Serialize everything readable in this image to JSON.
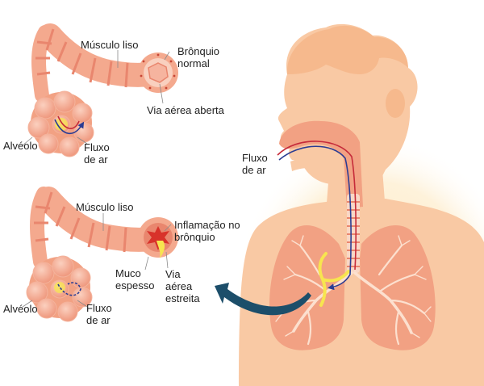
{
  "labels": {
    "top": {
      "smooth_muscle": "Músculo liso",
      "normal_bronchus": "Brônquio\nnormal",
      "open_airway": "Via aérea aberta",
      "alveolus": "Alvéolo",
      "airflow": "Fluxo\nde ar"
    },
    "bottom": {
      "smooth_muscle": "Músculo liso",
      "inflammation": "Inflamação no\nbrônquio",
      "thick_mucus": "Muco\nespesso",
      "narrow_airway": "Via\naérea\nestreita",
      "alveolus": "Alvéolo",
      "airflow": "Fluxo\nde ar"
    },
    "body": {
      "airflow": "Fluxo\nde ar"
    }
  },
  "colors": {
    "background_glow": "#fde9c2",
    "skin": "#f9c9a4",
    "airway_tissue": "#f4a98e",
    "muscle_band": "#e9866e",
    "lung": "#f2a183",
    "bronchial_tree": "#fce0cf",
    "mucus_yellow": "#f7e54f",
    "inflammation_red": "#d8322a",
    "airflow_red": "#c62b3a",
    "airflow_blue": "#2a3c93",
    "arrow_teal": "#1c4e6a"
  },
  "icons": {
    "pointer_arrow": "curved-arrow-icon"
  }
}
